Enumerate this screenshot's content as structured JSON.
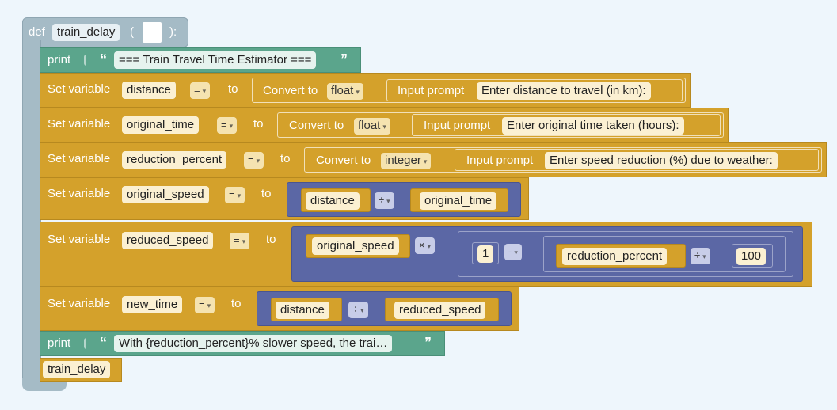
{
  "def_block": {
    "keyword": "def",
    "name": "train_delay",
    "open_paren": "(",
    "close_paren": "):"
  },
  "print1": {
    "keyword": "print",
    "text": "=== Train Travel Time Estimator ==="
  },
  "set1": {
    "label": "Set variable",
    "var": "distance",
    "op": "=",
    "to": "to",
    "convert": "Convert to",
    "type": "float",
    "input": "Input prompt",
    "prompt": "Enter distance to travel (in km):"
  },
  "set2": {
    "label": "Set variable",
    "var": "original_time",
    "op": "=",
    "to": "to",
    "convert": "Convert to",
    "type": "float",
    "input": "Input prompt",
    "prompt": "Enter original time taken (hours):"
  },
  "set3": {
    "label": "Set variable",
    "var": "reduction_percent",
    "op": "=",
    "to": "to",
    "convert": "Convert to",
    "type": "integer",
    "input": "Input prompt",
    "prompt": "Enter speed reduction (%) due to weather:"
  },
  "set4": {
    "label": "Set variable",
    "var": "original_speed",
    "op": "=",
    "to": "to",
    "left": "distance",
    "math_op": "÷",
    "right": "original_time"
  },
  "set5": {
    "label": "Set variable",
    "var": "reduced_speed",
    "op": "=",
    "to": "to",
    "left": "original_speed",
    "math_op": "×",
    "num1": "1",
    "minus_op": "-",
    "inner_left": "reduction_percent",
    "inner_op": "÷",
    "num2": "100"
  },
  "set6": {
    "label": "Set variable",
    "var": "new_time",
    "op": "=",
    "to": "to",
    "left": "distance",
    "math_op": "÷",
    "right": "reduced_speed"
  },
  "print2": {
    "keyword": "print",
    "text": "With {reduction_percent}% slower speed, the trai…"
  },
  "call": {
    "name": "train_delay"
  },
  "icons": {
    "quote_open": "“",
    "quote_close": "”",
    "dropdown_arrow": "▾"
  },
  "colors": {
    "background": "#eef6fc",
    "procedure": "#a5bbc6",
    "print": "#5ba58c",
    "variable": "#d4a12b",
    "math": "#5b67a5"
  }
}
